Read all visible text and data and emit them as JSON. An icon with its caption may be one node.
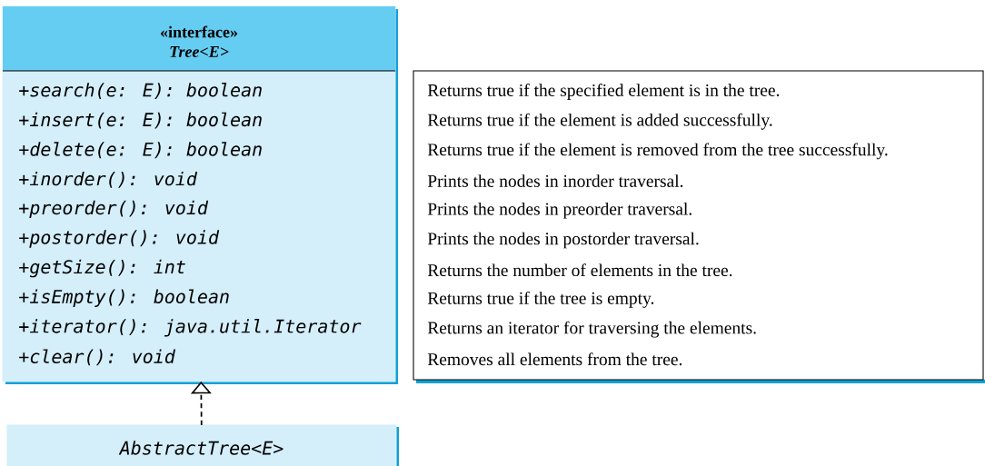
{
  "diagram": {
    "nodes": [
      {
        "text": [
          "«interface»",
          "Tree<E>",
          "+search(e: E): boolean",
          "+insert(e: E): boolean",
          "+delete(e: E): boolean",
          "+inorder(): void",
          "+preorder(): void",
          "+postorder(): void",
          "+getSize(): int",
          "+isEmpty(): boolean",
          "+iterator(): java.util.Iterator",
          "+clear(): void"
        ]
      },
      {
        "text": [
          "Returns true if the specified element is in the tree.",
          "Returns true if the element is added successfully.",
          "Returns true if the element is removed from the tree successfully.",
          "Prints the nodes in inorder traversal.",
          "Prints the nodes in preorder traversal.",
          "Prints the nodes in postorder traversal.",
          "Returns the number of elements in the tree.",
          "Returns true if the tree is empty.",
          "Returns an iterator for traversing the elements.",
          "Removes all elements from the tree."
        ]
      },
      {
        "text": [
          "AbstractTree<E>"
        ]
      }
    ],
    "edges": [
      {
        "from": 2,
        "to": 0,
        "arrow": "to",
        "style": "dashed"
      }
    ]
  }
}
